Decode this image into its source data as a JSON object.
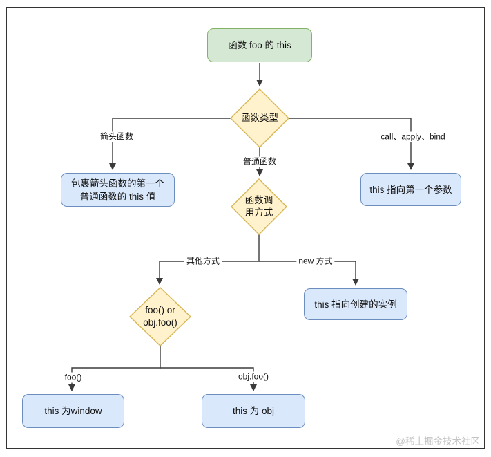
{
  "nodes": {
    "start": {
      "label": "函数 foo 的 this"
    },
    "function_type": {
      "label": "函数类型"
    },
    "arrow_result": {
      "line1": "包裹箭头函数的第一个",
      "line2": "普通函数的 this 值"
    },
    "call_result": {
      "label": "this 指向第一个参数"
    },
    "call_mode": {
      "line1": "函数调",
      "line2": "用方式"
    },
    "new_result": {
      "label": "this 指向创建的实例"
    },
    "foo_form": {
      "line1": "foo() or",
      "line2": "obj.foo()"
    },
    "window_result": {
      "label": "this 为window"
    },
    "obj_result": {
      "label": "this 为 obj"
    }
  },
  "edge_labels": {
    "arrow_function": "箭头函数",
    "call_apply_bind": "call、apply、bind",
    "normal_function": "普通函数",
    "other_way": "其他方式",
    "new_way": "new 方式",
    "foo_call": "foo()",
    "obj_foo_call": "obj.foo()"
  },
  "watermark": {
    "text": "@稀土掘金技术社区"
  },
  "colors": {
    "start_fill": "#d5e8d4",
    "start_stroke": "#82b366",
    "decision_fill": "#fff2cc",
    "decision_stroke": "#d6b656",
    "result_fill": "#dae8fc",
    "result_stroke": "#6c8ebf",
    "edge": "#3b3b3b",
    "frame": "#333333",
    "watermark": "#c4c4c4",
    "text": "#111111"
  }
}
